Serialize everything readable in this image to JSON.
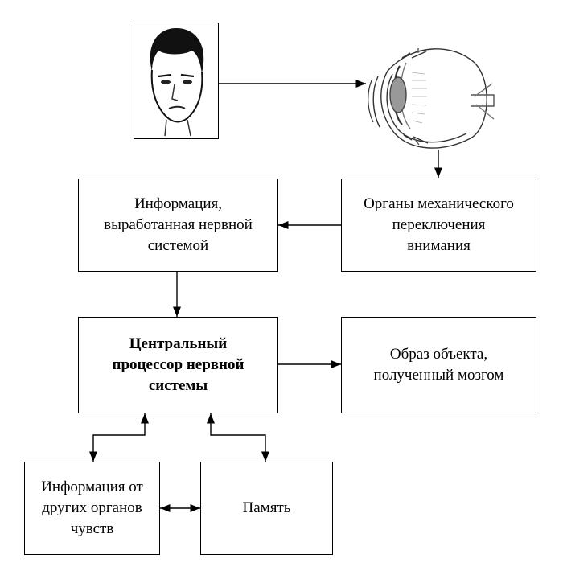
{
  "boxes": {
    "info_nervous": "Информация,\nвыработанная нервной\nсистемой",
    "organs_switching": "Органы механического\nпереключения\nвнимания",
    "central_processor": "Центральный\nпроцессор нервной\nсистемы",
    "object_image": "Образ объекта,\nполученный мозгом",
    "other_senses": "Информация от\nдругих органов\nчувств",
    "memory": "Память"
  },
  "icons": {
    "face": "face-portrait-icon",
    "eye": "eye-anatomy-icon"
  }
}
